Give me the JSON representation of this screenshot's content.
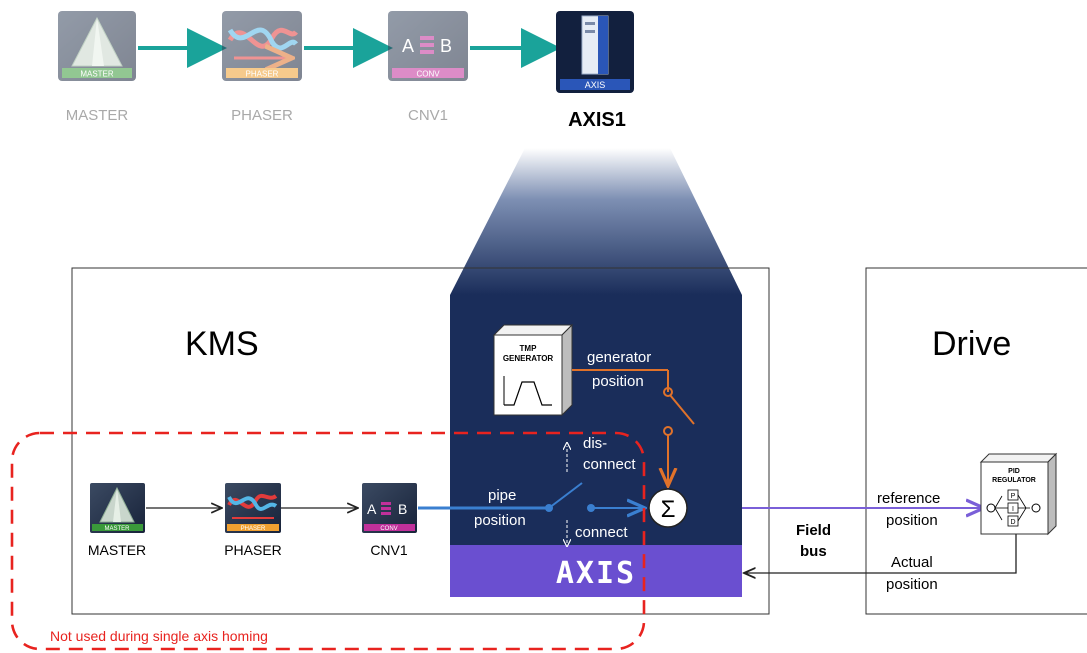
{
  "top_pipeline": {
    "master": {
      "caption": "MASTER",
      "badge": "MASTER"
    },
    "phaser": {
      "caption": "PHASER",
      "badge": "PHASER"
    },
    "conv": {
      "caption": "CNV1",
      "badge": "CONV",
      "glyph_a": "A",
      "glyph_b": "B"
    },
    "axis": {
      "caption": "AXIS1",
      "badge": "AXIS"
    }
  },
  "kms": {
    "title": "KMS",
    "master": {
      "caption": "MASTER",
      "badge": "MASTER"
    },
    "phaser": {
      "caption": "PHASER",
      "badge": "PHASER"
    },
    "conv": {
      "caption": "CNV1",
      "badge": "CONV",
      "glyph_a": "A",
      "glyph_b": "B"
    }
  },
  "axis_block": {
    "label": "AXIS",
    "tmp_generator": {
      "line1": "TMP",
      "line2": "GENERATOR"
    },
    "generator_position": {
      "line1": "generator",
      "line2": "position"
    },
    "pipe_position": {
      "line1": "pipe",
      "line2": "position"
    },
    "disconnect": {
      "line1": "dis-",
      "line2": "connect"
    },
    "connect": "connect",
    "sum_symbol": "Σ"
  },
  "drive": {
    "title": "Drive",
    "pid": {
      "line1": "PID",
      "line2": "REGULATOR",
      "p": "P",
      "i": "I",
      "d": "D"
    }
  },
  "links": {
    "fieldbus": {
      "line1": "Field",
      "line2": "bus"
    },
    "reference_position": {
      "line1": "reference",
      "line2": "position"
    },
    "actual_position": {
      "line1": "Actual",
      "line2": "position"
    }
  },
  "note": "Not used during single axis homing",
  "colors": {
    "axis_navy": "#1a2d5a",
    "axis_bar": "#6a4fd0",
    "teal_arrow": "#1aa39a",
    "orange_wire": "#e0722a",
    "blue_wire": "#3a7fd0",
    "dashed_red": "#e8231f",
    "master_green": "#3a9a3a",
    "phaser_orange": "#f0a030",
    "conv_magenta": "#c0309a"
  }
}
